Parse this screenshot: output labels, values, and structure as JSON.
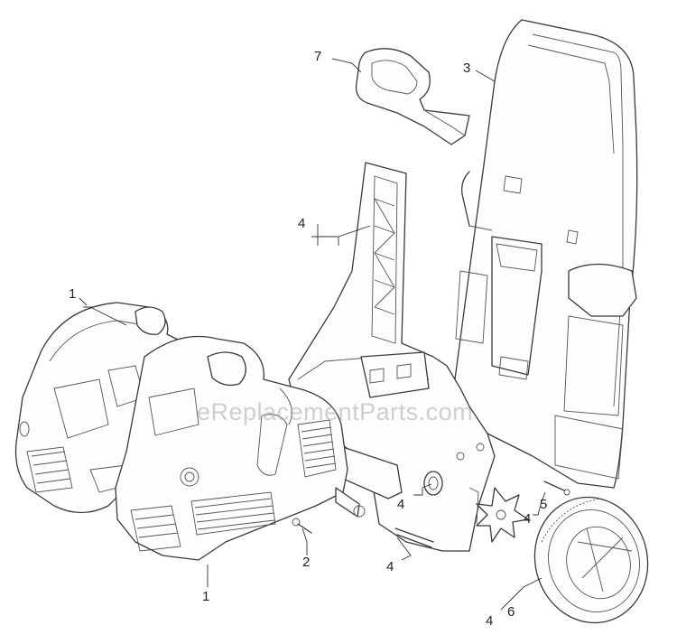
{
  "diagram": {
    "watermark": "eReplacementParts.com",
    "callouts": [
      {
        "id": "c7",
        "label": "7"
      },
      {
        "id": "c3",
        "label": "3"
      },
      {
        "id": "c4a",
        "label": "4"
      },
      {
        "id": "c1a",
        "label": "1"
      },
      {
        "id": "c2",
        "label": "2"
      },
      {
        "id": "c1b",
        "label": "1"
      },
      {
        "id": "c4b",
        "label": "4"
      },
      {
        "id": "c4c",
        "label": "4"
      },
      {
        "id": "c4d",
        "label": "4"
      },
      {
        "id": "c5",
        "label": "5"
      },
      {
        "id": "c4e",
        "label": "4"
      },
      {
        "id": "c6",
        "label": "6"
      }
    ]
  }
}
